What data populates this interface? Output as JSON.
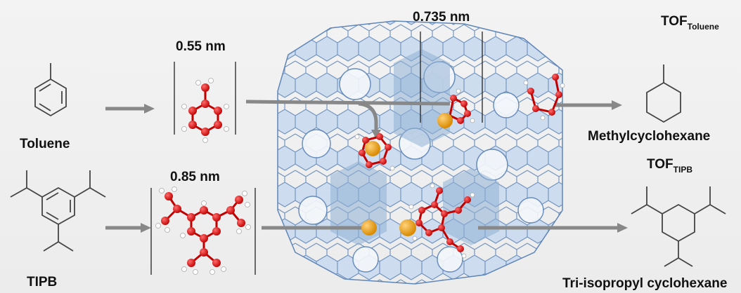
{
  "labels": {
    "toluene": "Toluene",
    "tipb": "TIPB",
    "methylcyclohexane": "Methylcyclohexane",
    "triisopropyl": "Tri-isopropyl cyclohexane",
    "tof_main": "TOF",
    "tof_toluene_sub": "Toluene",
    "tof_tipb_sub": "TIPB"
  },
  "dimensions": {
    "toluene_size": "0.55 nm",
    "tipb_size": "0.85 nm",
    "pore_size": "0.735 nm"
  },
  "colors": {
    "arrow": "#888888",
    "framework_fill": "#b9cfe6",
    "framework_stroke": "#5f86b8",
    "atom_carbon": "#e01010",
    "atom_hydrogen": "#ffffff",
    "metal": "#f0a020"
  }
}
